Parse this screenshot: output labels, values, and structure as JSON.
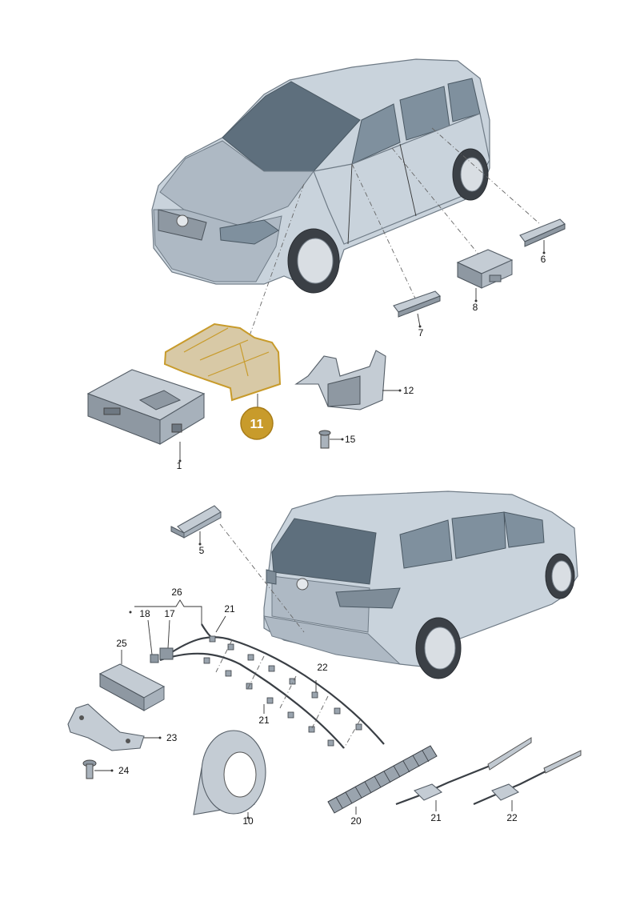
{
  "callouts": [
    {
      "id": "1",
      "label": "1"
    },
    {
      "id": "5",
      "label": "5"
    },
    {
      "id": "6",
      "label": "6"
    },
    {
      "id": "7",
      "label": "7"
    },
    {
      "id": "8",
      "label": "8"
    },
    {
      "id": "10",
      "label": "10"
    },
    {
      "id": "11",
      "label": "11",
      "highlighted": true
    },
    {
      "id": "12",
      "label": "12"
    },
    {
      "id": "15",
      "label": "15"
    },
    {
      "id": "17",
      "label": "17"
    },
    {
      "id": "18",
      "label": "18"
    },
    {
      "id": "20",
      "label": "20"
    },
    {
      "id": "21a",
      "label": "21"
    },
    {
      "id": "21b",
      "label": "21"
    },
    {
      "id": "21c",
      "label": "21"
    },
    {
      "id": "22a",
      "label": "22"
    },
    {
      "id": "22b",
      "label": "22"
    },
    {
      "id": "23",
      "label": "23"
    },
    {
      "id": "24",
      "label": "24"
    },
    {
      "id": "25",
      "label": "25"
    },
    {
      "id": "26",
      "label": "26"
    }
  ],
  "colors": {
    "highlight": "#c89b2b",
    "highlight_fill": "#d8c9a6",
    "car_body": "#c9d3dc",
    "glass": "#5e6f7d"
  }
}
